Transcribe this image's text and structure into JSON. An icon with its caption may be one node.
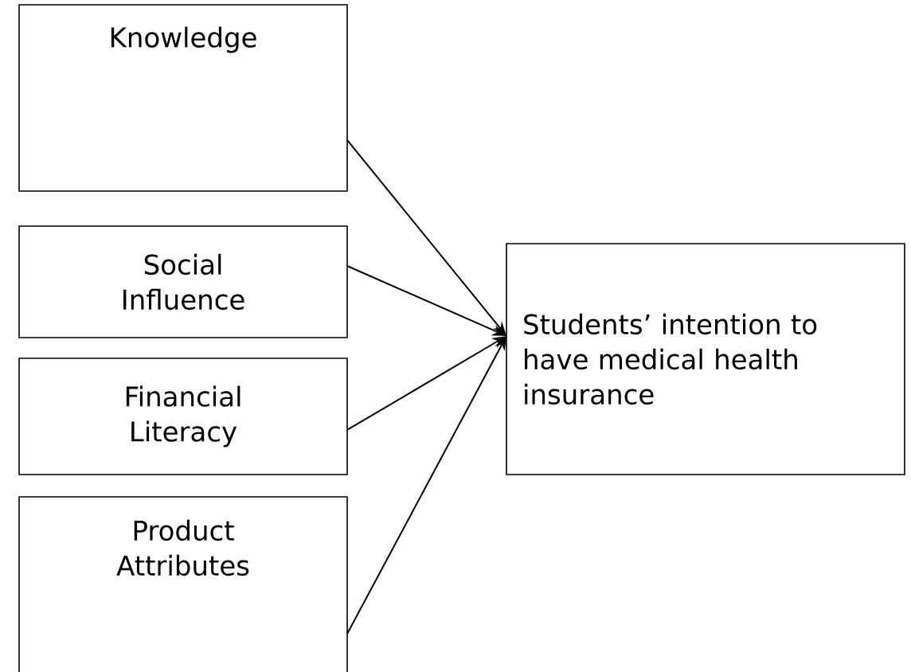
{
  "diagram": {
    "nodes": [
      {
        "text": [
          "Knowledge"
        ]
      },
      {
        "text": [
          "Social Influence"
        ]
      },
      {
        "text": [
          "Financial Literacy"
        ]
      },
      {
        "text": [
          "Product Attributes"
        ]
      },
      {
        "text": [
          "Students’ intention to have medical health insurance"
        ]
      }
    ],
    "edges": [
      {
        "from": 0,
        "to": 4,
        "arrow": "to"
      },
      {
        "from": 1,
        "to": 4,
        "arrow": "to"
      },
      {
        "from": 2,
        "to": 4,
        "arrow": "to"
      },
      {
        "from": 3,
        "to": 4,
        "arrow": "to"
      }
    ]
  }
}
